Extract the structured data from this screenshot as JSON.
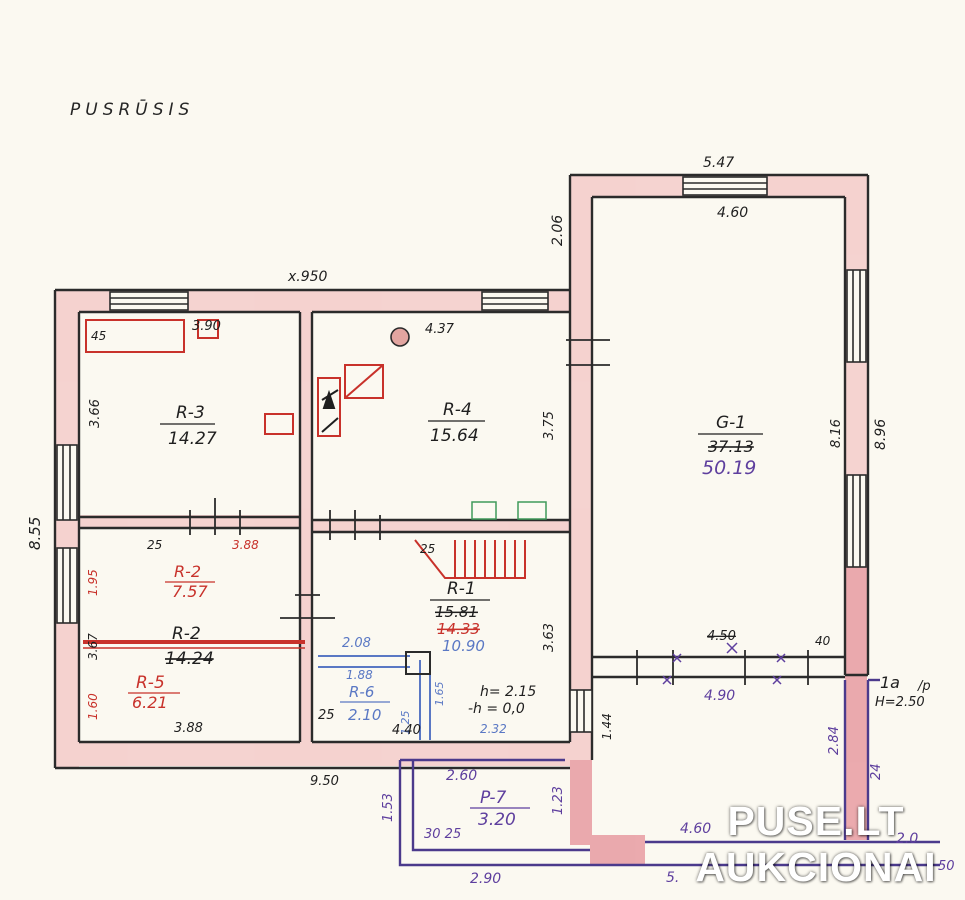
{
  "title": "PUSRŪSIS",
  "watermark": {
    "line1": "PUSE.LT",
    "line2": "AUKCIONAI"
  },
  "rooms": {
    "r3": {
      "name": "R-3",
      "area": "14.27"
    },
    "r4": {
      "name": "R-4",
      "area": "15.64"
    },
    "g1": {
      "name": "G-1",
      "area_old": "37.13",
      "area": "50.19"
    },
    "r2_upper": {
      "name": "R-2",
      "area": "7.57"
    },
    "r2_lower": {
      "name": "R-2",
      "area": "14.24"
    },
    "r5": {
      "name": "R-5",
      "area": "6.21"
    },
    "r1": {
      "name": "R-1",
      "area_old": "15.81",
      "area": "14.33",
      "area_blue": "10.90"
    },
    "r6": {
      "name": "R-6",
      "area": "2.10"
    },
    "p7": {
      "name": "P-7",
      "area": "3.20"
    }
  },
  "dims": {
    "top_950": "x.950",
    "bottom_950": "9.50",
    "g1_top": "5.47",
    "g1_inner_top": "4.60",
    "g1_left_206": "2.06",
    "g1_right_896": "8.96",
    "g1_inner_816": "8.16",
    "g1_inner_450": "4.50",
    "g1_40": "40",
    "g1_490": "4.90",
    "left_855": "8.55",
    "r3_366": "3.66",
    "r3_390": "3.90",
    "r3_45": "45",
    "r4_437": "4.37",
    "r4_375": "3.75",
    "d25a": "25",
    "d388a": "3.88",
    "d195": "1.95",
    "d367": "3.67",
    "d160": "1.60",
    "d388b": "3.88",
    "d25b": "25",
    "d25c": "25",
    "d208": "2.08",
    "d188": "1.88",
    "d125": "1.25",
    "d165": "1.65",
    "d440": "4.40",
    "d363": "3.63",
    "h215": "h= 2.15",
    "h00": "-h = 0,0",
    "d232": "2.32",
    "d144": "1.44",
    "d260": "2.60",
    "d153": "1.53",
    "d123": "1.23",
    "d30_25": "30  25",
    "d290": "2.90",
    "d460b": "4.60",
    "d284": "2.84",
    "d24": "24",
    "d20": "2.0",
    "d5": "5.",
    "d50": "50",
    "d1a": "1a",
    "dP": "/p",
    "h250": "H=2.50"
  },
  "colors": {
    "wall": "#2b2b2b",
    "wall_fill": "#f3c5c4",
    "red_ink": "#c8322b",
    "blue_ink": "#5a78c4",
    "violet_ink": "#5e3f9e",
    "green_ink": "#3f9a5a",
    "paper": "#fbf9f1"
  }
}
